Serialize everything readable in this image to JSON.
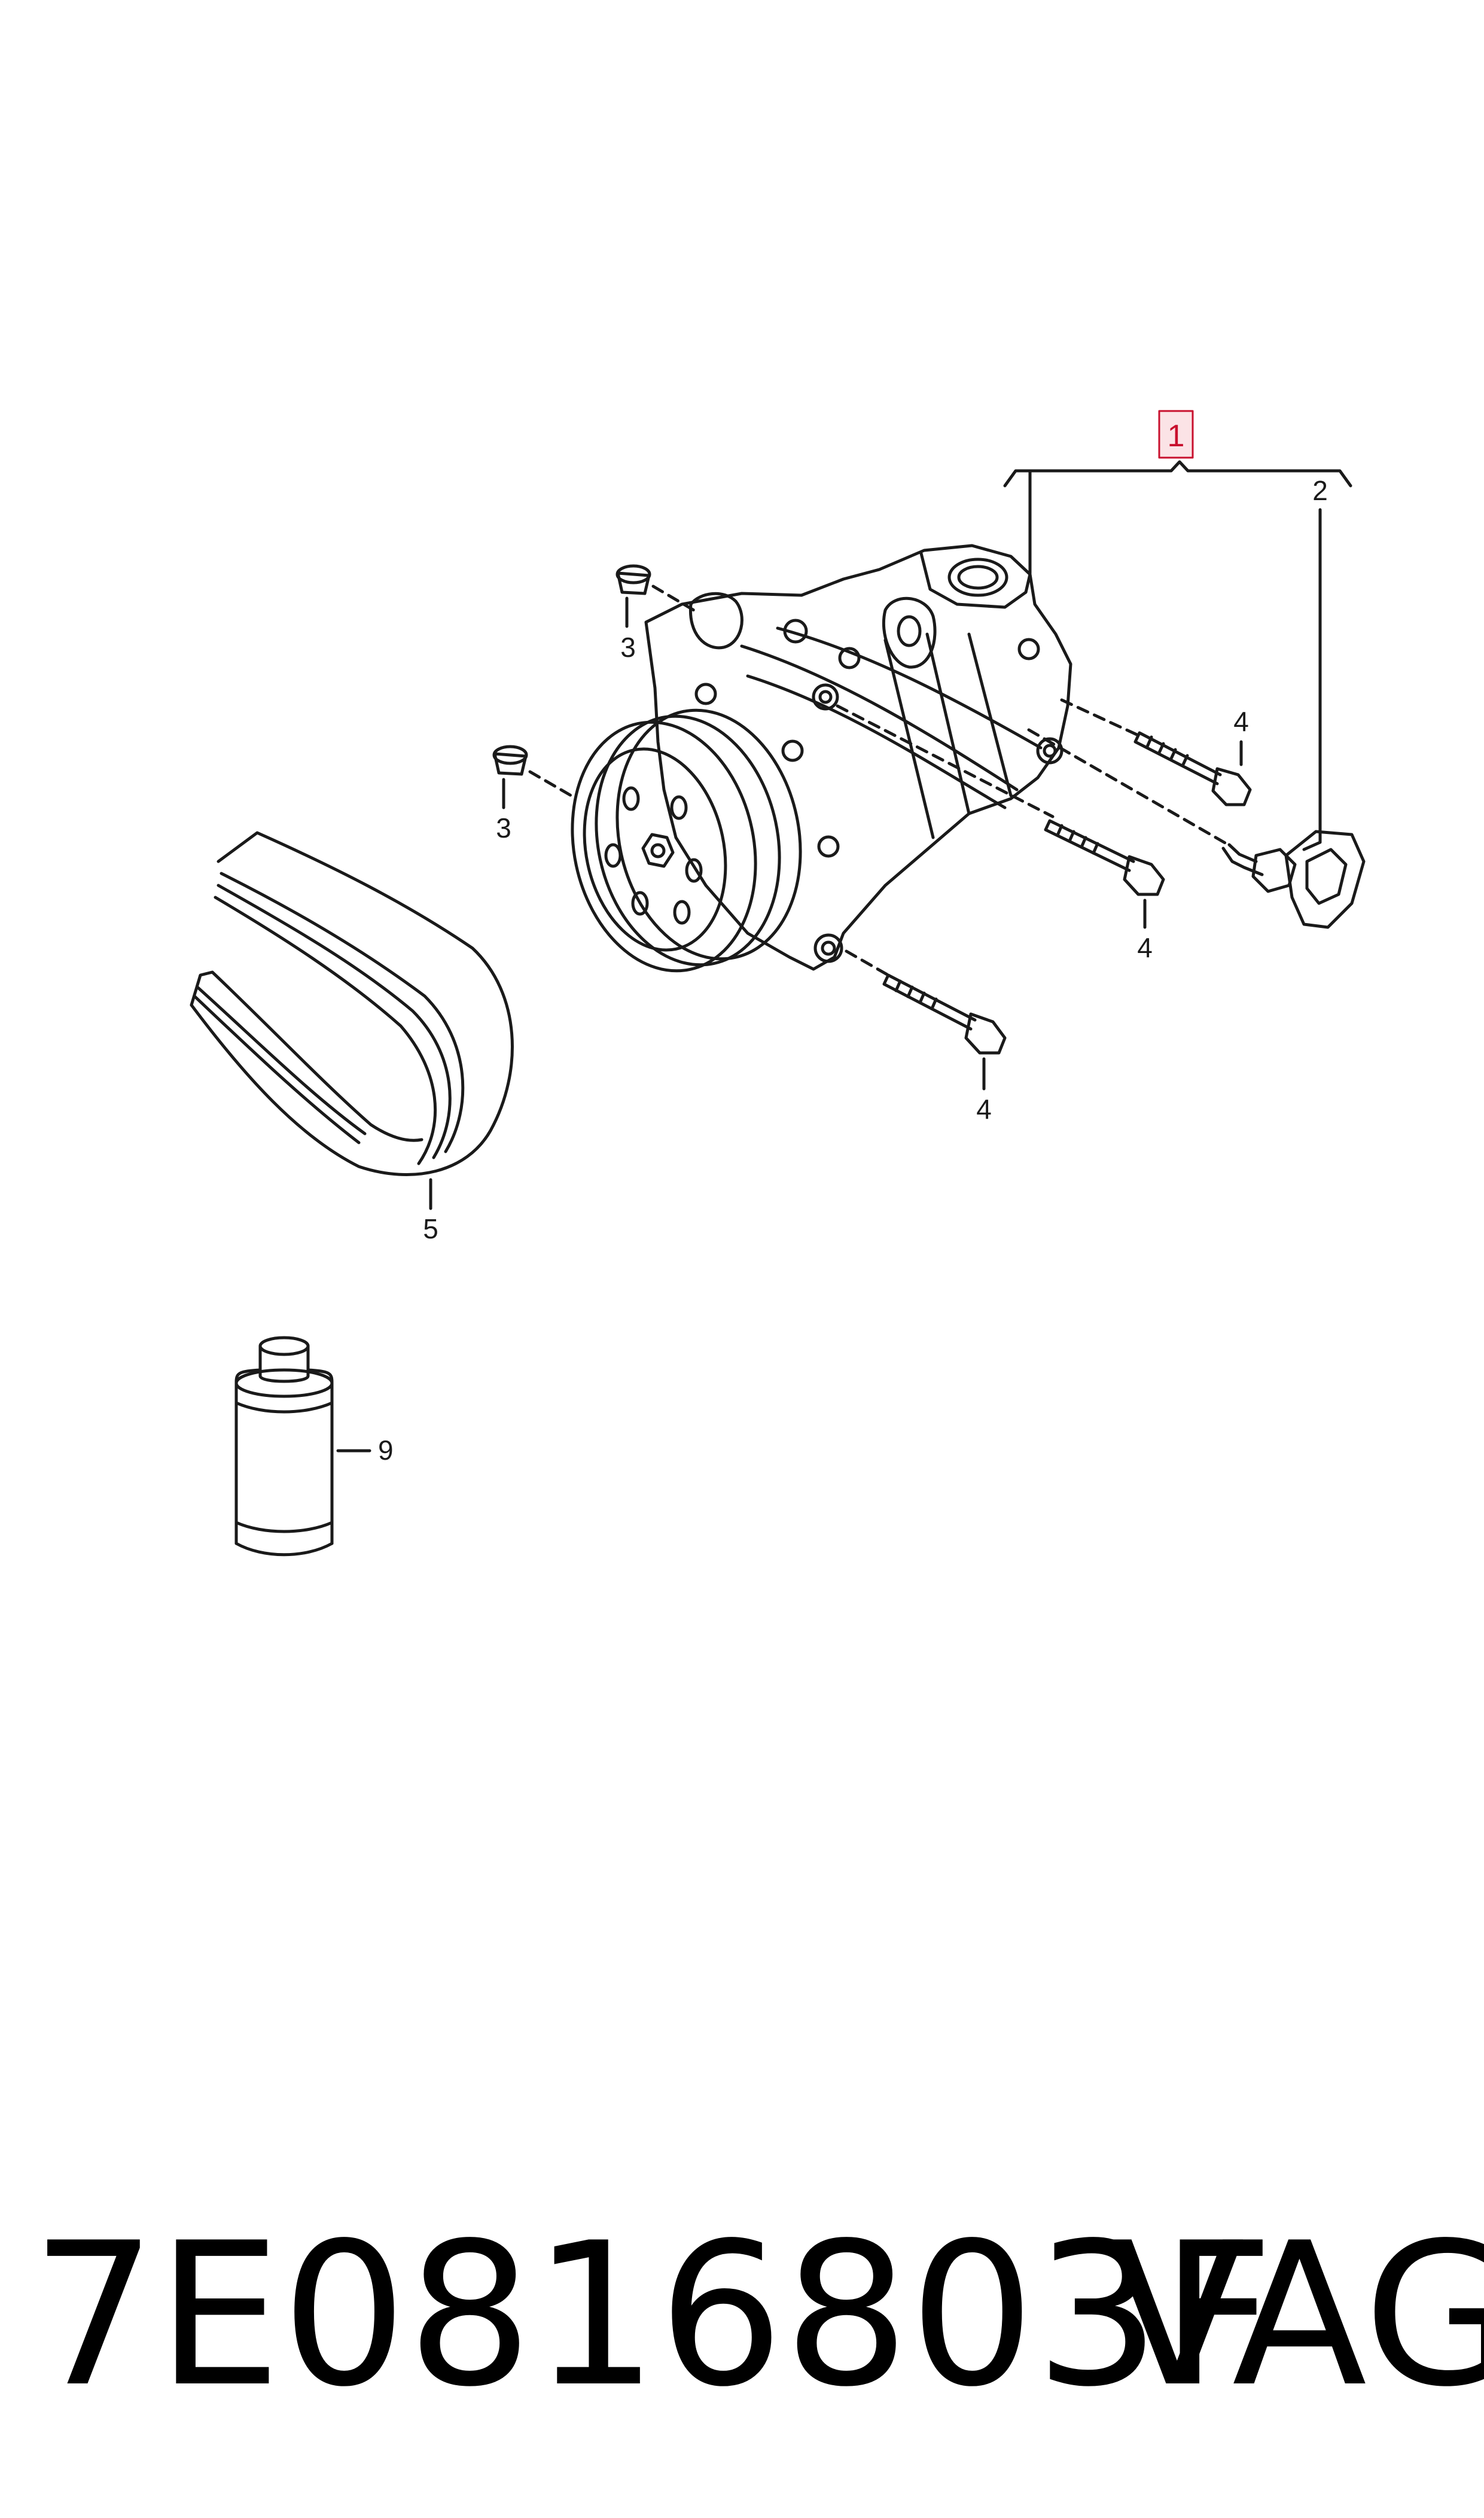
{
  "diagram": {
    "callouts": {
      "c1": "1",
      "c2": "2",
      "c3a": "3",
      "c3b": "3",
      "c4a": "4",
      "c4b": "4",
      "c4c": "4",
      "c5": "5",
      "c9": "9"
    },
    "highlight_color": "#c8102e",
    "highlight_fill": "#fbe3e6",
    "line_color": "#1a1a1a"
  },
  "footer": {
    "part_number": "7E0816803F",
    "brand": "VAG"
  }
}
